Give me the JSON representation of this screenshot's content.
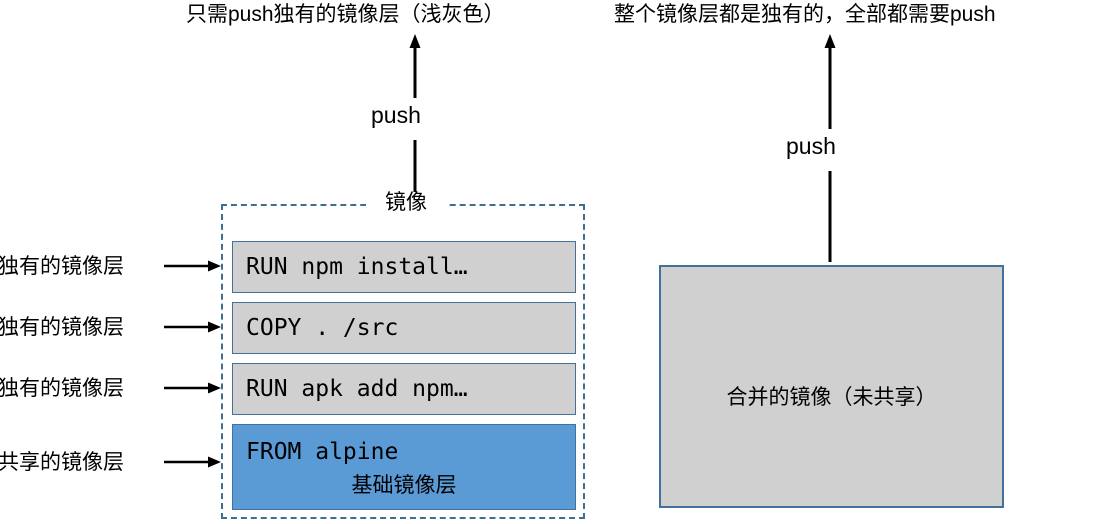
{
  "headings": {
    "left": "只需push独有的镜像层（浅灰色）",
    "right": "整个镜像层都是独有的，全部都需要push"
  },
  "arrows": {
    "left_push_label": "push",
    "right_push_label": "push"
  },
  "image_group": {
    "caption": "镜像",
    "layers": [
      {
        "code": "RUN npm install…",
        "sub": "",
        "kind": "unique",
        "side_label": "独有的镜像层"
      },
      {
        "code": "COPY . /src",
        "sub": "",
        "kind": "unique",
        "side_label": "独有的镜像层"
      },
      {
        "code": "RUN apk add npm…",
        "sub": "",
        "kind": "unique",
        "side_label": "独有的镜像层"
      },
      {
        "code": "FROM alpine",
        "sub": "基础镜像层",
        "kind": "base",
        "side_label": "共享的镜像层"
      }
    ]
  },
  "merged_image": {
    "label": "合并的镜像（未共享）"
  },
  "colors": {
    "unique_layer_fill": "#d0d0d0",
    "base_layer_fill": "#5b9bd5",
    "layer_border": "#41719c",
    "dashed_border": "#3f6f8f",
    "arrow": "#000000",
    "text": "#000000",
    "background": "#ffffff"
  }
}
